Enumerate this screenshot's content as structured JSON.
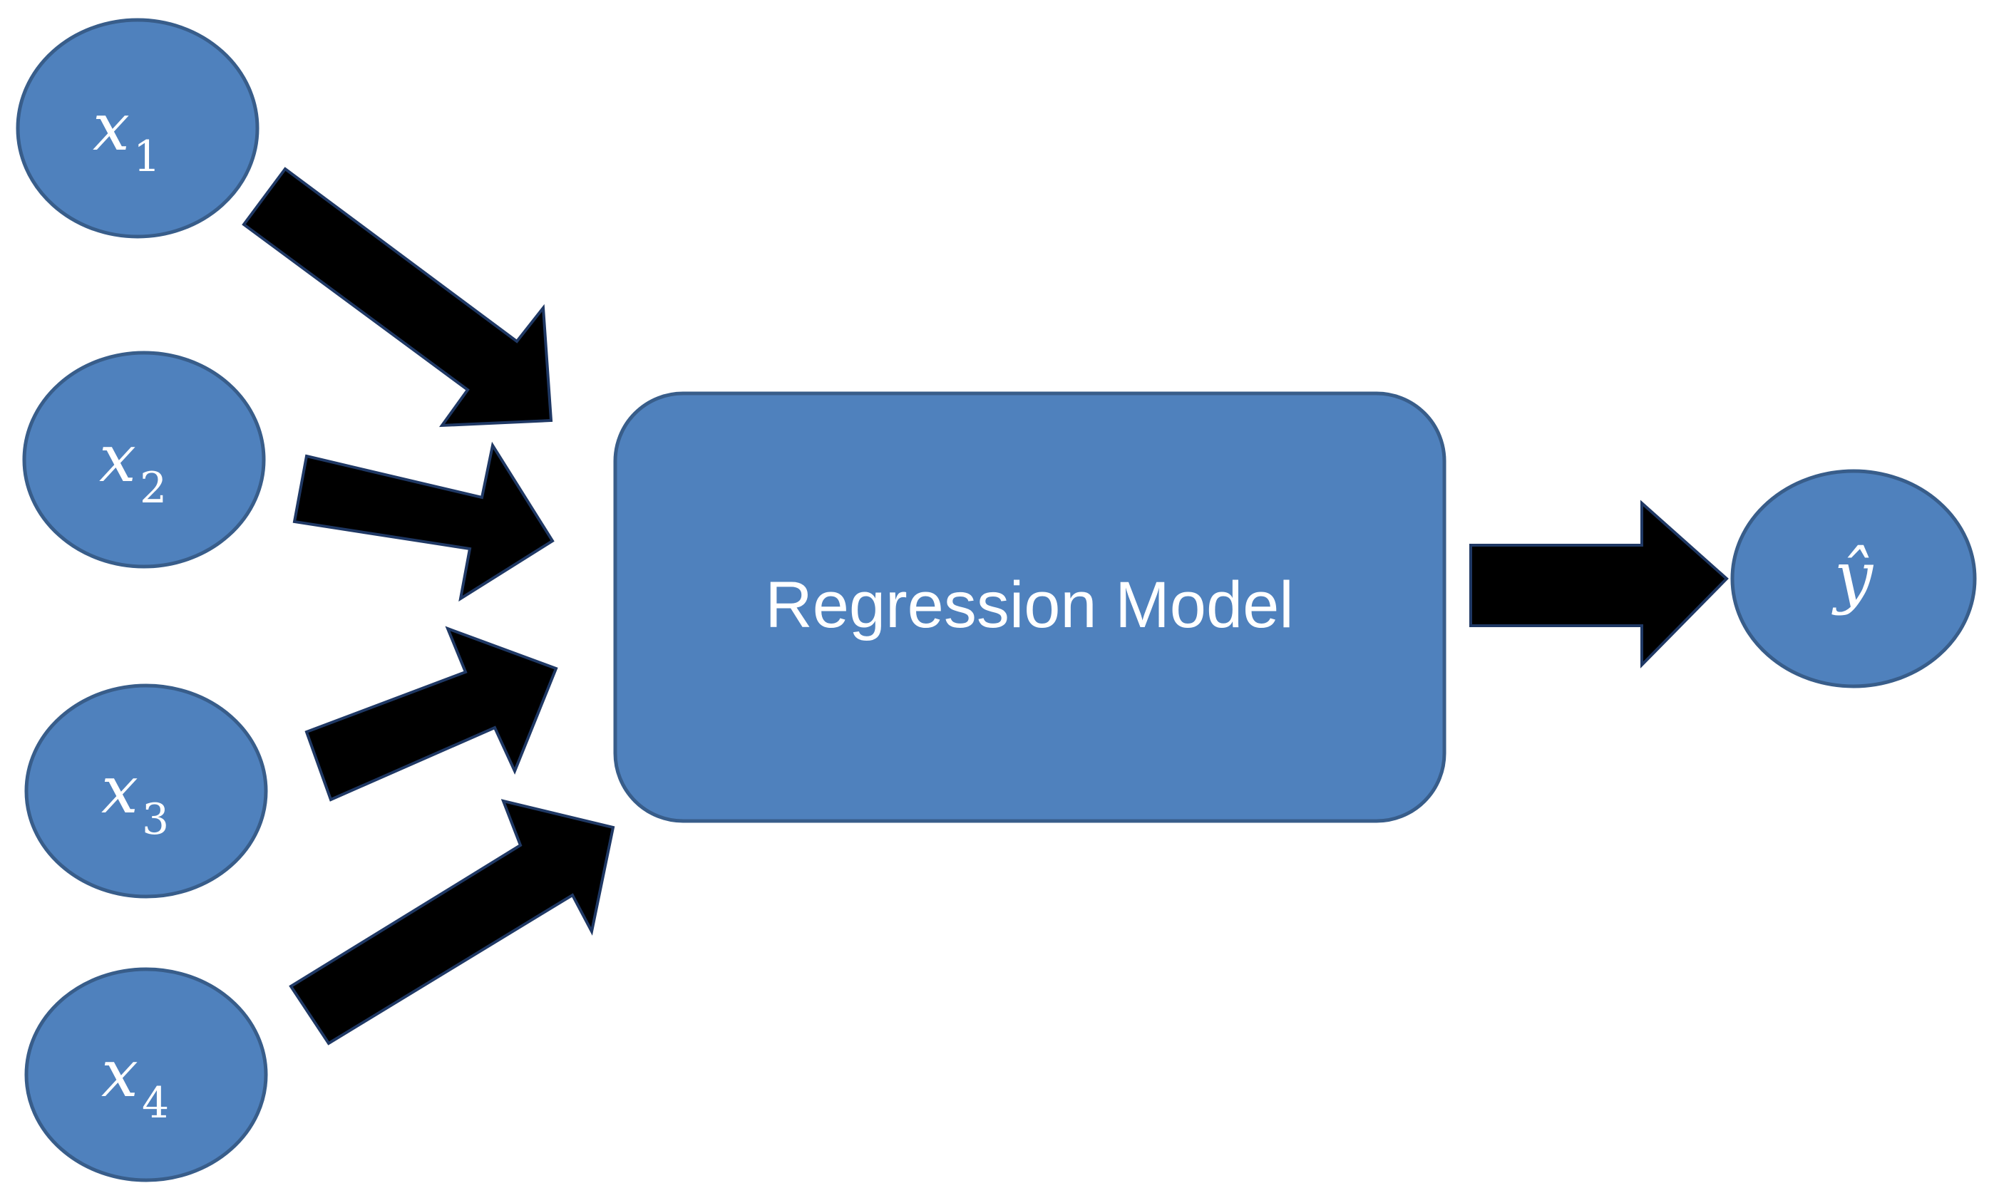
{
  "diagram": {
    "inputs": [
      {
        "symbol": "x",
        "subscript": "1"
      },
      {
        "symbol": "x",
        "subscript": "2"
      },
      {
        "symbol": "x",
        "subscript": "3"
      },
      {
        "symbol": "x",
        "subscript": "4"
      }
    ],
    "model_label": "Regression Model",
    "output": {
      "symbol": "ŷ"
    },
    "colors": {
      "node_fill": "#4f81bd",
      "node_border": "#385d8a",
      "arrow_fill": "#000000",
      "text": "#ffffff"
    }
  }
}
